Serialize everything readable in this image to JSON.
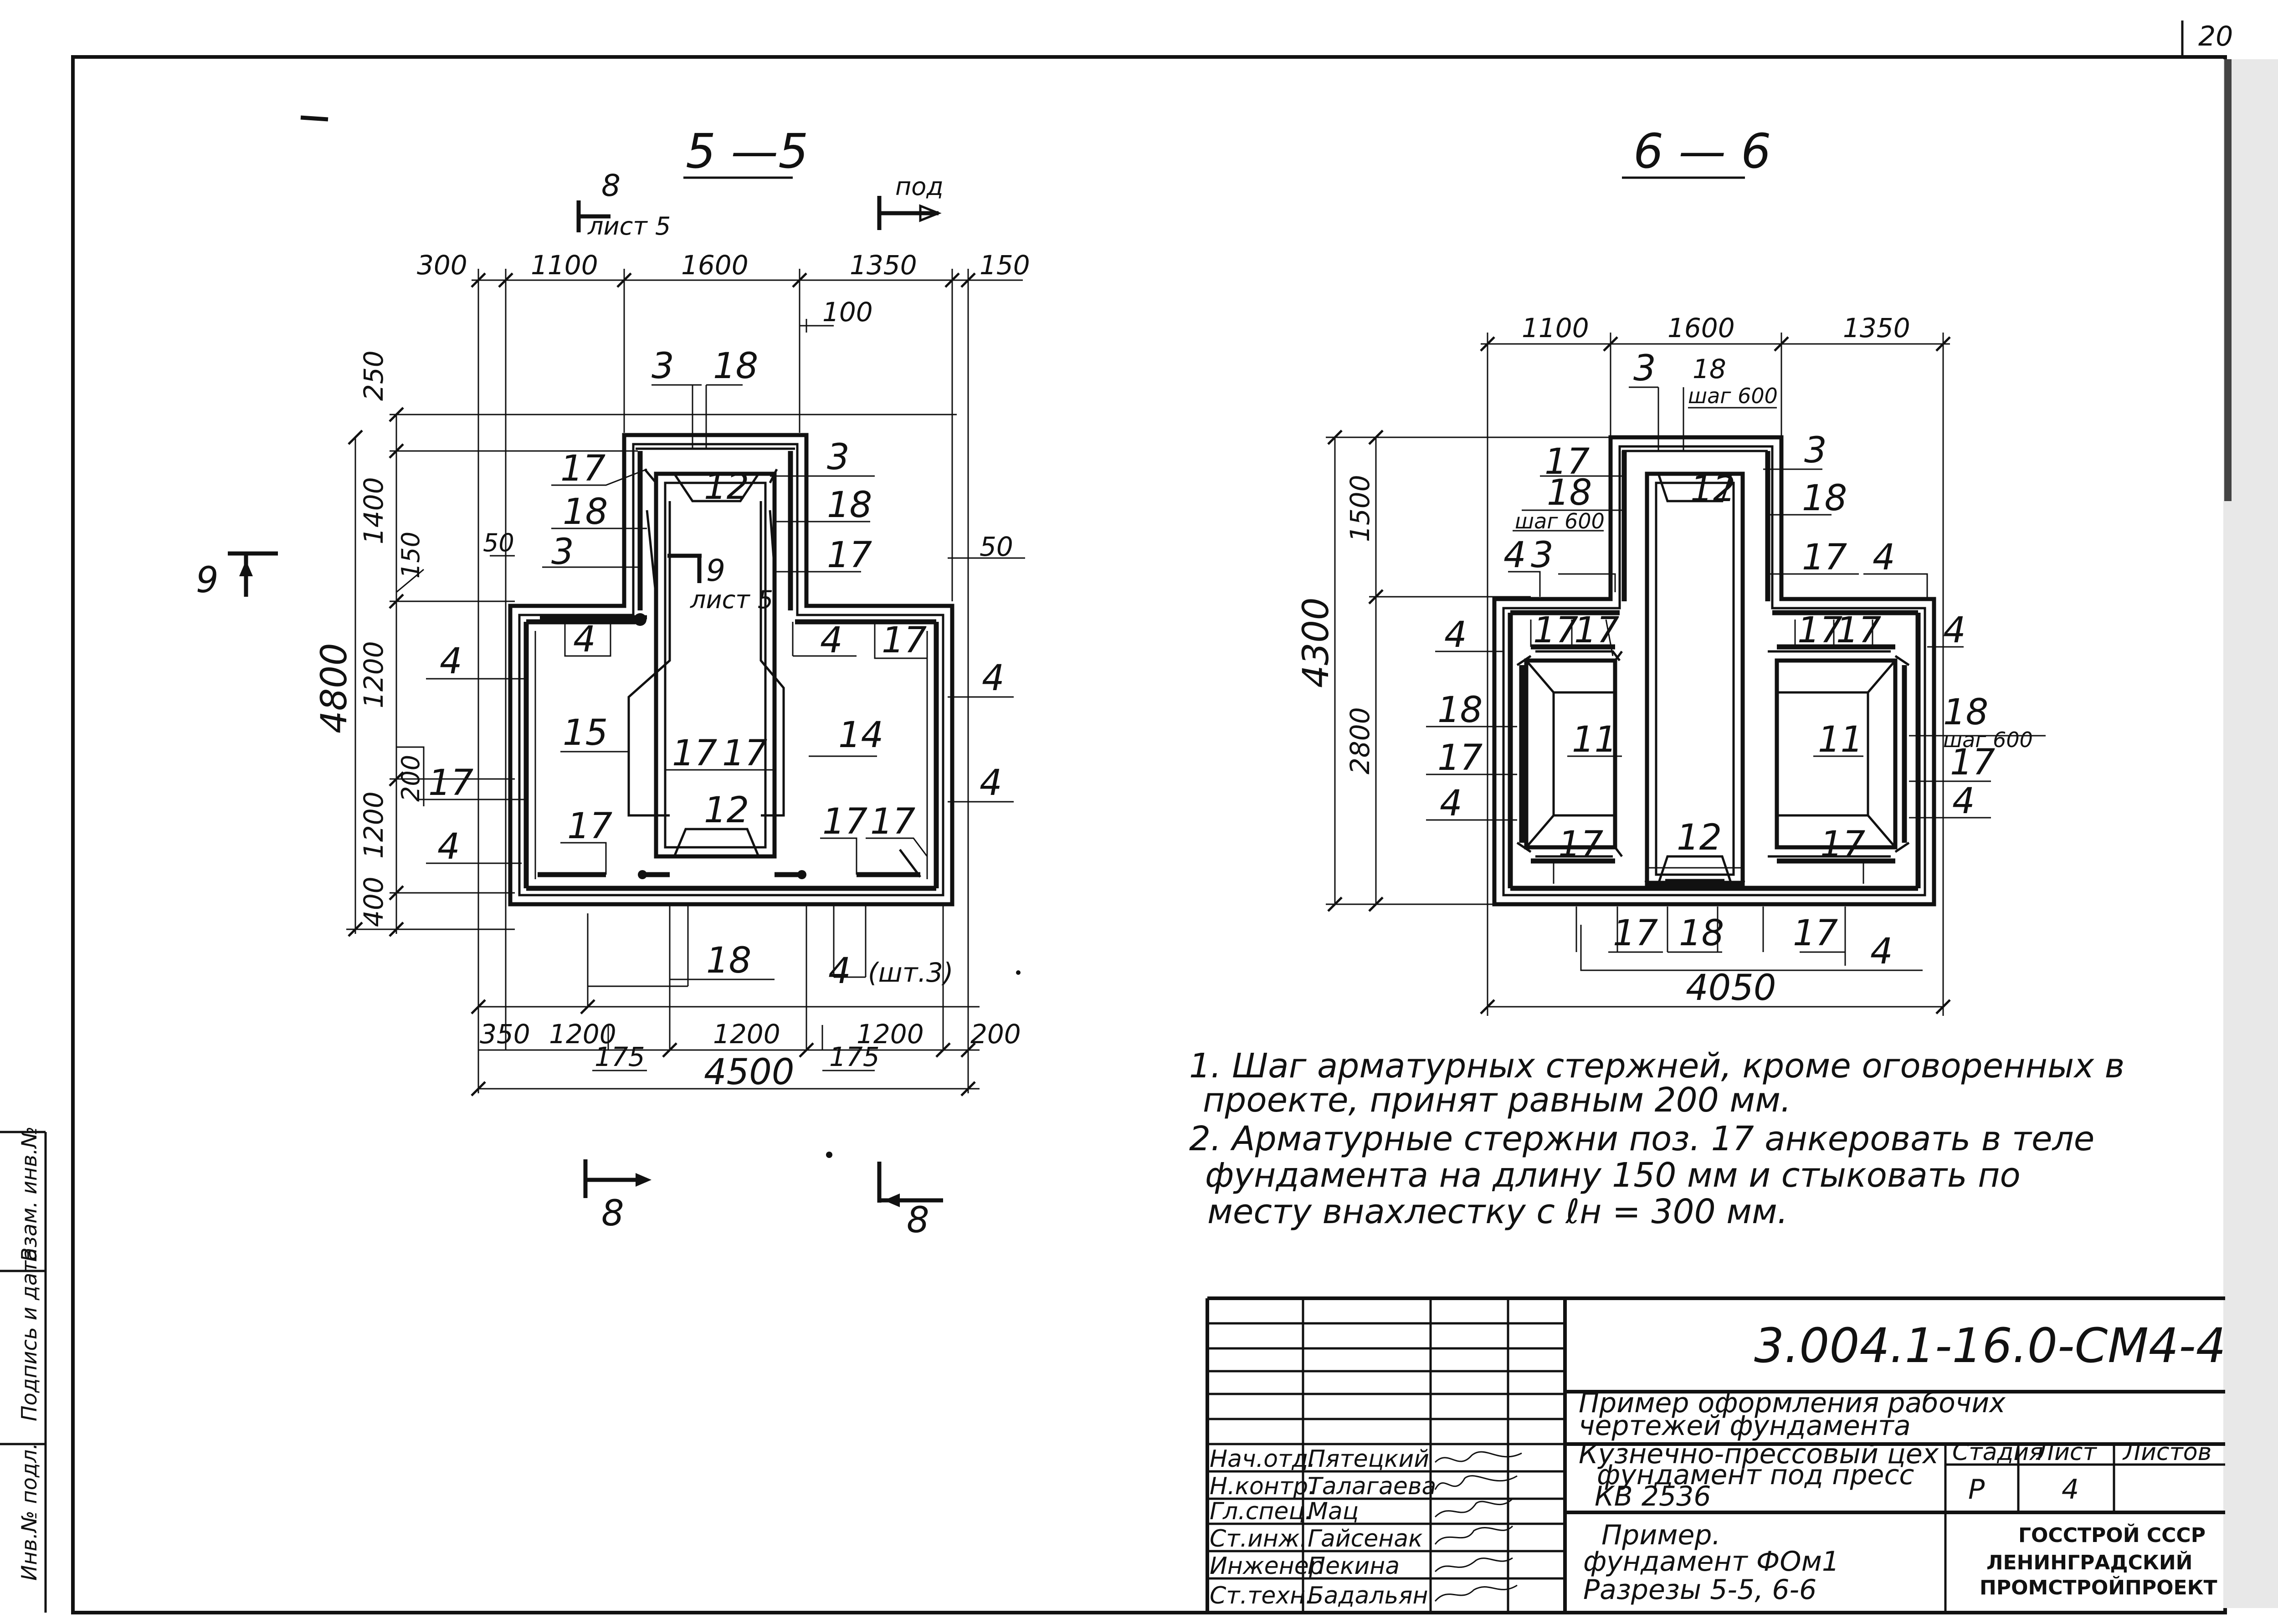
{
  "page_number": "20",
  "views": {
    "s55": {
      "title": "5 —5",
      "marks": {
        "top_left_num": "8",
        "top_left_sheet": "лист 5",
        "top_right": "под",
        "left": "9",
        "inner_num": "9",
        "inner_sheet": "лист 5",
        "bottom_left": "8",
        "bottom_right": "8"
      },
      "top_dims": [
        "300",
        "1100",
        "1600",
        "1350",
        "150"
      ],
      "dim_100": "100",
      "dim_50_left": "50",
      "dim_50_right": "50",
      "dim_150": "150",
      "dim_200": "200",
      "left_dims": [
        "250",
        "1400",
        "1200",
        "1200",
        "400"
      ],
      "overall_height": "4800",
      "bottom_dims": [
        "350",
        "1200",
        "1200",
        "1200",
        "200"
      ],
      "bottom_sub": [
        "175",
        "175"
      ],
      "overall_width": "4500",
      "count_note": "(шт.3)",
      "positions": [
        "3",
        "18",
        "17",
        "18",
        "3",
        "12",
        "3",
        "18",
        "17",
        "4",
        "4",
        "17",
        "4",
        "4",
        "15",
        "17",
        "17",
        "14",
        "4",
        "17",
        "17",
        "12",
        "17",
        "17",
        "4",
        "17",
        "18",
        "4"
      ]
    },
    "s66": {
      "title": "6 — 6",
      "top_dims": [
        "1100",
        "1600",
        "1350"
      ],
      "left_dims": [
        "1500",
        "2800"
      ],
      "overall_height": "4300",
      "overall_width": "4050",
      "step_label": "шаг 600",
      "positions": [
        "3",
        "18",
        "17",
        "18",
        "3",
        "18",
        "12",
        "4",
        "3",
        "17",
        "4",
        "4",
        "17",
        "17",
        "17",
        "17",
        "4",
        "18",
        "11",
        "11",
        "18",
        "17",
        "17",
        "4",
        "4",
        "17",
        "12",
        "17",
        "17",
        "18",
        "17",
        "4"
      ]
    }
  },
  "notes": [
    "1. Шаг арматурных стержней, кроме оговоренных в",
    "проекте, принят равным 200 мм.",
    "2. Арматурные стержни поз. 17 анкеровать в теле",
    "фундамента на длину 150 мм и стыковать по",
    "месту внахлестку с ℓн = 300 мм."
  ],
  "side_stamp": [
    "Инв.№ подл.",
    "Подпись и дата",
    "Взам. инв.№"
  ],
  "title_block": {
    "code": "3.004.1-16.0-СМ4-4",
    "subject_line1": "Пример оформления рабочих",
    "subject_line2": "чертежей фундамента",
    "project_line1": "Кузнечно-прессовый цех",
    "project_line2": "фундамент под пресс",
    "project_line3": "КВ 2536",
    "sheet_line1": "Пример.",
    "sheet_line2": "фундамент ФОм1",
    "sheet_line3": "Разрезы 5-5, 6-6",
    "stage_header": "Стадия",
    "sheet_header": "Лист",
    "sheets_header": "Листов",
    "stage": "Р",
    "sheet": "4",
    "org_line1": "ГОССТРОЙ СССР",
    "org_line2": "ЛЕНИНГРАДСКИЙ",
    "org_line3": "ПРОМСТРОЙПРОЕКТ",
    "roles": [
      "Нач.отд.",
      "Н.контр.",
      "Гл.спец.",
      "Ст.инж.",
      "Инженер",
      "Ст.техн."
    ],
    "names": [
      "Пятецкий",
      "Талагаева",
      "Мац",
      "Гайсенак",
      "Пекина",
      "Бадальян"
    ]
  }
}
